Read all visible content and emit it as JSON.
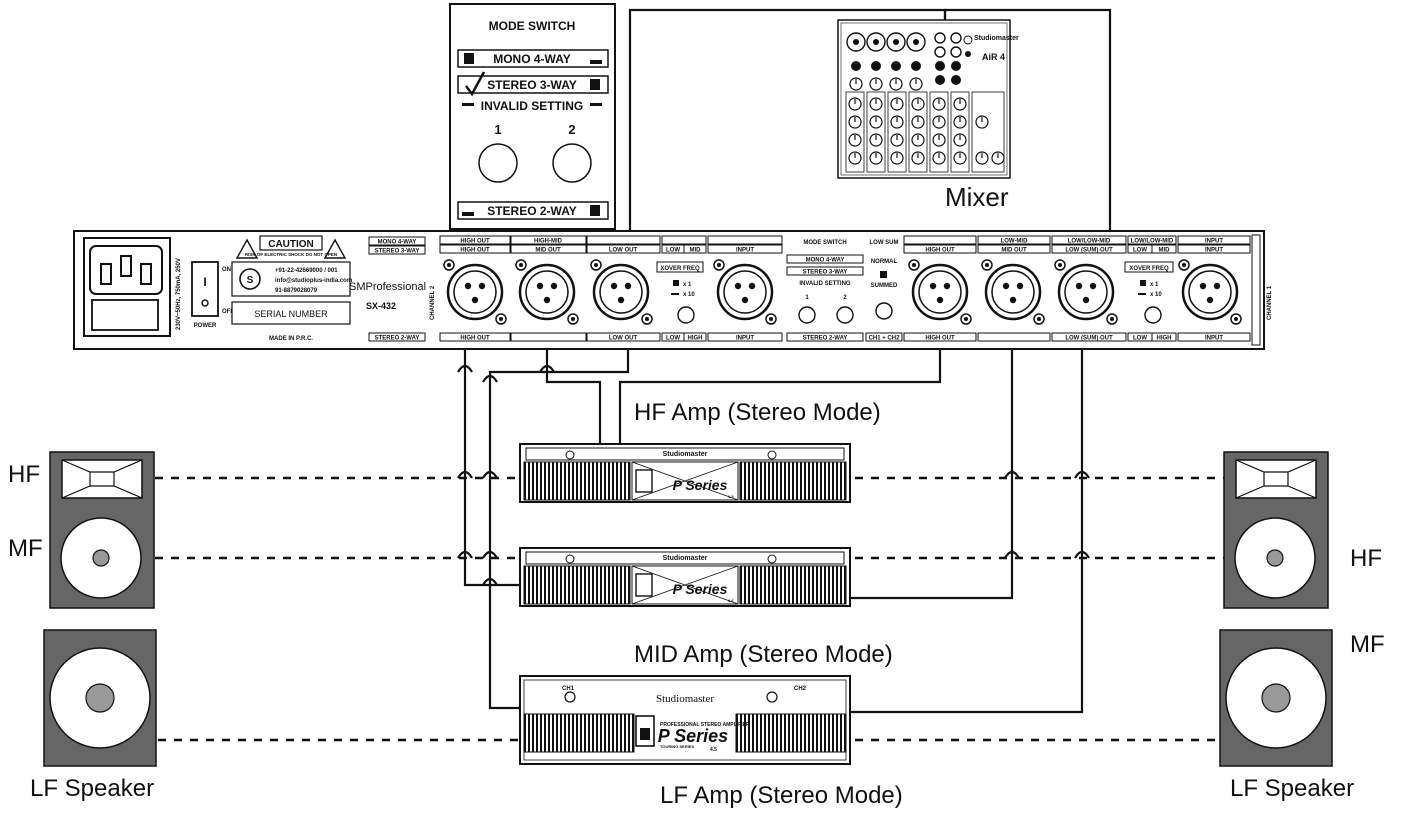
{
  "labels": {
    "hf_amp": "HF Amp (Stereo Mode)",
    "mid_amp": "MID Amp (Stereo Mode)",
    "lf_amp": "LF Amp (Stereo Mode)",
    "mixer": "Mixer",
    "left_hf": "HF",
    "left_mf": "MF",
    "right_hf": "HF",
    "right_mf": "MF",
    "left_lf_speaker": "LF Speaker",
    "right_lf_speaker": "LF Speaker"
  },
  "mode_switch_panel": {
    "title": "MODE SWITCH",
    "mono": "MONO 4-WAY",
    "stereo3": "STEREO 3-WAY",
    "invalid": "INVALID SETTING",
    "switch1": "1",
    "switch2": "2",
    "stereo2": "STEREO 2-WAY"
  },
  "mixer_device": {
    "brand": "Studiomaster",
    "model": "AiR 4"
  },
  "crossover": {
    "caution": "CAUTION",
    "caution_sub": "RISK OF ELECTRIC SHOCK DO NOT OPEN",
    "phone": "+91-22-42669000 / 001",
    "email": "info@studioplus-india.com",
    "whatsapp": "91-8879028079",
    "power_spec": "230V~50Hz, 750mA, 250V",
    "on": "ON",
    "off": "OFF",
    "power": "POWER",
    "serial": "SERIAL NUMBER",
    "made_in": "MADE IN P.R.C.",
    "brand": "SMProfessional",
    "model": "SX-432",
    "mono4": "MONO 4-WAY",
    "stereo3": "STEREO 3-WAY",
    "stereo2": "STEREO 2-WAY",
    "ch2": "CHANNEL 2",
    "ch1": "CHANNEL 1",
    "high_out": "HIGH OUT",
    "high_mid": "HIGH-MID",
    "mid_out": "MID OUT",
    "low_out": "LOW OUT",
    "low": "LOW",
    "mid": "MID",
    "high": "HIGH",
    "input": "INPUT",
    "xover_freq": "XOVER FREQ",
    "x1": "x 1",
    "x10": "x 10",
    "mode_switch": "MODE SWITCH",
    "mono4_sw": "MONO 4-WAY",
    "stereo3_sw": "STEREO 3-WAY",
    "invalid": "INVALID SETTING",
    "sw1": "1",
    "sw2": "2",
    "stereo2_sw": "STEREO 2-WAY",
    "low_sum": "LOW SUM",
    "normal": "NORMAL",
    "summed": "SUMMED",
    "ch1ch2": "CH1 + CH2",
    "low_mid": "LOW-MID",
    "low_low_mid": "LOW/LOW-MID",
    "low_sum_out": "LOW (SUM) OUT"
  },
  "amps": {
    "brand": "Studiomaster",
    "series": "P Series",
    "touring": "TOURING SERIES",
    "pro": "PROFESSIONAL STEREO AMPLIFIER",
    "ch1": "CH1",
    "ch2": "CH2",
    "hf_model": "1.5",
    "mid_model": "2.6",
    "lf_model": "4.5"
  }
}
